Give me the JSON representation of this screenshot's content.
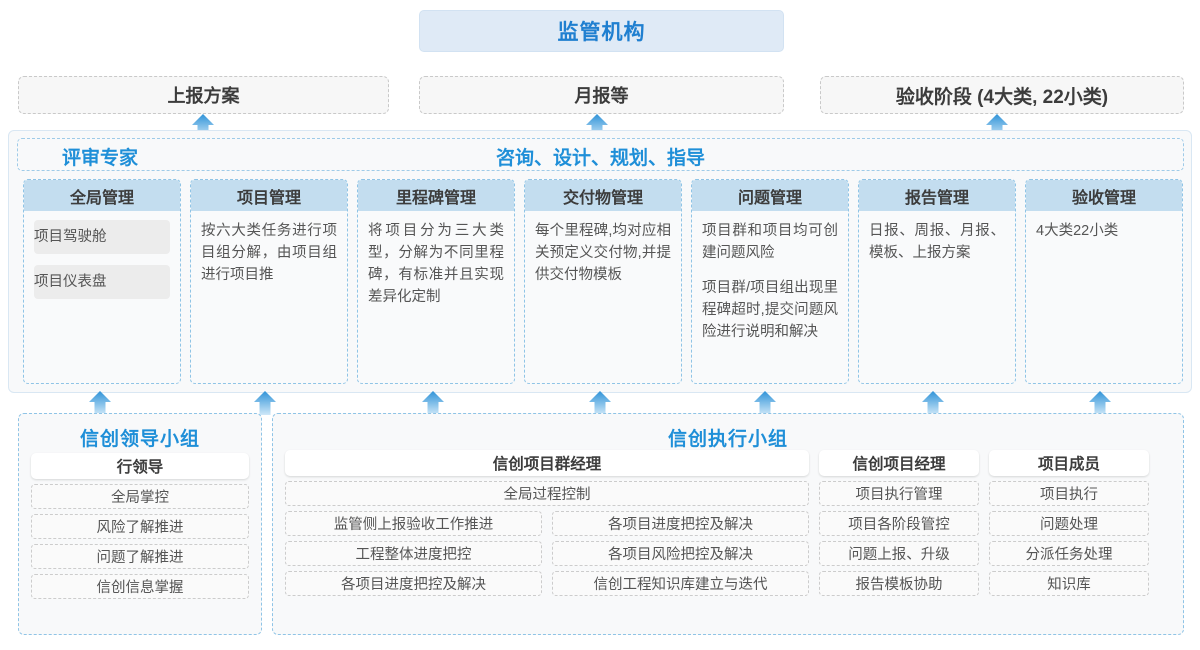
{
  "regulator": {
    "label": "监管机构"
  },
  "reports": [
    {
      "label": "上报方案"
    },
    {
      "label": "月报等"
    },
    {
      "label": "验收阶段 (4大类, 22小类)"
    }
  ],
  "mid_panel": {
    "left_label": "评审专家",
    "center_label": "咨询、设计、规划、指导",
    "columns": [
      {
        "title": "全局管理",
        "pills": [
          "项目驾驶舱",
          "项目仪表盘"
        ],
        "paragraphs": []
      },
      {
        "title": "项目管理",
        "pills": [],
        "paragraphs": [
          "按六大类任务进行项目组分解，由项目组进行项目推"
        ]
      },
      {
        "title": "里程碑管理",
        "pills": [],
        "paragraphs": [
          "将项目分为三大类型，分解为不同里程碑，有标准并且实现差异化定制"
        ]
      },
      {
        "title": "交付物管理",
        "pills": [],
        "paragraphs": [
          "每个里程碑,均对应相关预定义交付物,并提供交付物模板"
        ]
      },
      {
        "title": "问题管理",
        "pills": [],
        "paragraphs": [
          "项目群和项目均可创建问题风险",
          "项目群/项目组出现里程碑超时,提交问题风险进行说明和解决"
        ]
      },
      {
        "title": "报告管理",
        "pills": [],
        "paragraphs": [
          "日报、周报、月报、模板、上报方案"
        ]
      },
      {
        "title": "验收管理",
        "pills": [],
        "paragraphs": [
          "4大类22小类"
        ]
      }
    ]
  },
  "leader_group": {
    "title": "信创领导小组",
    "role": "行领导",
    "items": [
      "全局掌控",
      "风险了解推进",
      "问题了解推进",
      "信创信息掌握"
    ]
  },
  "exec_group": {
    "title": "信创执行小组",
    "program_manager": {
      "role": "信创项目群经理",
      "wide_item": "全局过程控制",
      "left_items": [
        "监管侧上报验收工作推进",
        "工程整体进度把控",
        "各项目进度把控及解决"
      ],
      "right_items": [
        "各项目进度把控及解决",
        "各项目风险把控及解决",
        "信创工程知识库建立与迭代"
      ]
    },
    "project_manager": {
      "role": "信创项目经理",
      "items": [
        "项目执行管理",
        "项目各阶段管控",
        "问题上报、升级",
        "报告模板协助"
      ]
    },
    "member": {
      "role": "项目成员",
      "items": [
        "项目执行",
        "问题处理",
        "分派任务处理",
        "知识库"
      ]
    }
  },
  "arrows": {
    "icon": "arrow-up-icon",
    "color_top": "#2f93d8",
    "color_bottom": "#bfe0f5",
    "upper_row_x": [
      203,
      597,
      997
    ],
    "lower_row_x": [
      100,
      265,
      433,
      600,
      765,
      933,
      1100
    ]
  },
  "colors": {
    "accent_blue": "#1f8fd8",
    "header_blue": "#c3ddef",
    "regulator_bg": "#dfeaf6",
    "panel_bg": "#f8f9fa"
  }
}
